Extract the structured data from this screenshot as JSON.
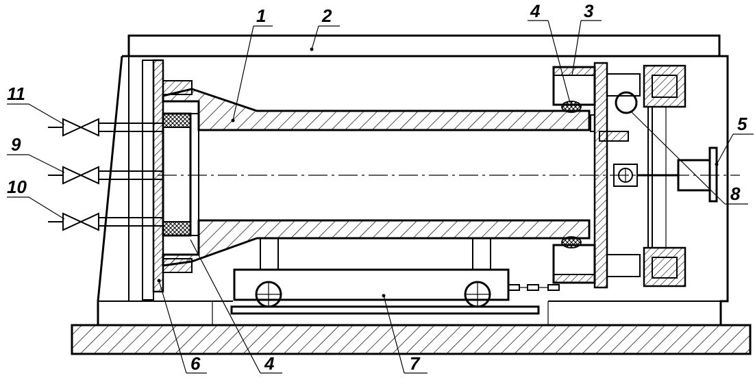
{
  "callouts": {
    "c1": "1",
    "c2": "2",
    "c3": "3",
    "c4_top": "4",
    "c4_bottom": "4",
    "c5": "5",
    "c6": "6",
    "c7": "7",
    "c8": "8",
    "c9": "9",
    "c10": "10",
    "c11": "11"
  }
}
